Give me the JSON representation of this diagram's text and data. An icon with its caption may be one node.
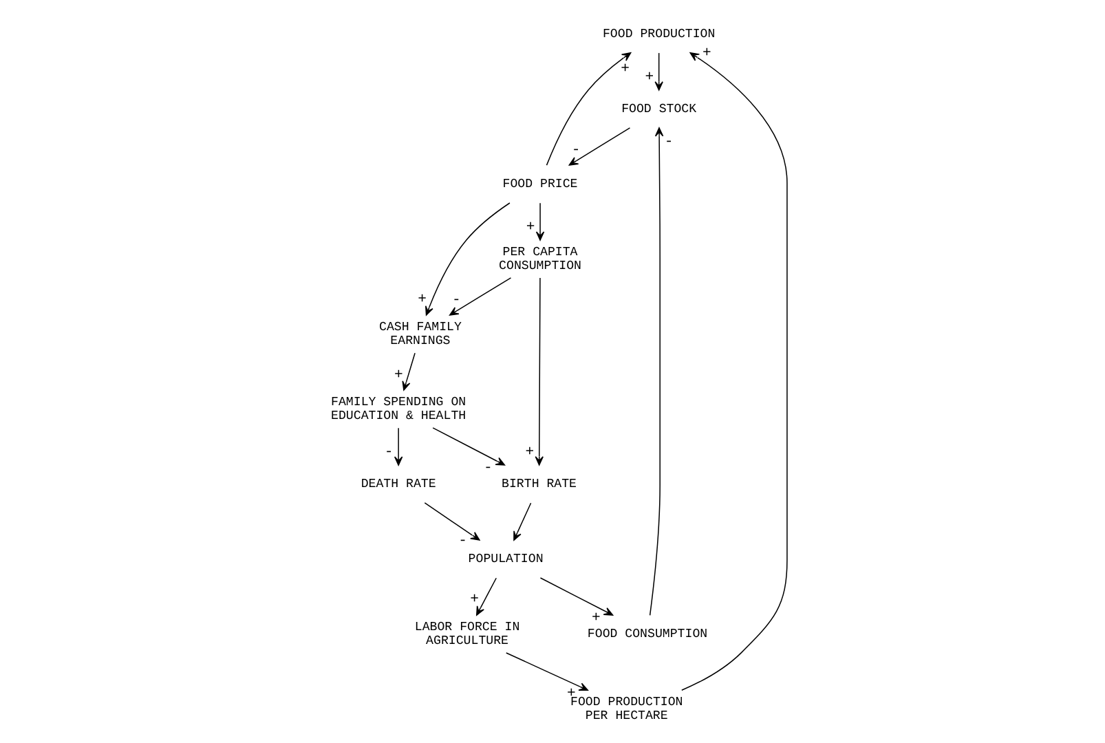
{
  "diagram": {
    "nodes": [
      {
        "text": [
          "FOOD PRODUCTION"
        ]
      },
      {
        "text": [
          "FOOD PRICE"
        ]
      },
      {
        "text": [
          "FOOD STOCK"
        ]
      },
      {
        "text": [
          "FOOD PRODUCTION PER HECTARE"
        ]
      },
      {
        "text": [
          "FOOD CONSUMPTION"
        ]
      },
      {
        "text": [
          "PER CAPITA CONSUMPTION"
        ]
      },
      {
        "text": [
          "LABOR FORCE IN AGRICULTURE"
        ]
      },
      {
        "text": [
          "POPULATION"
        ]
      },
      {
        "text": [
          "CASH FAMILY EARNINGS"
        ]
      },
      {
        "text": [
          "BIRTH RATE"
        ]
      },
      {
        "text": [
          "DEATH RATE"
        ]
      },
      {
        "text": [
          "FAMILY SPENDING ON EDUCATION & HEALTH"
        ]
      }
    ],
    "edges": [
      {
        "from": 1,
        "to": 0,
        "arrow": "to",
        "label": "+"
      },
      {
        "from": 3,
        "to": 0,
        "arrow": "to",
        "label": "+"
      },
      {
        "from": 0,
        "to": 2,
        "arrow": "to",
        "label": "+"
      },
      {
        "from": 2,
        "to": 1,
        "arrow": "to",
        "label": "-"
      },
      {
        "from": 4,
        "to": 2,
        "arrow": "to",
        "label": "-"
      },
      {
        "from": 7,
        "to": 4,
        "arrow": "to",
        "label": "+"
      },
      {
        "from": 1,
        "to": 5,
        "arrow": "to",
        "label": "+"
      },
      {
        "from": 1,
        "to": 8,
        "arrow": "to",
        "label": "+"
      },
      {
        "from": 5,
        "to": 8,
        "arrow": "to",
        "label": "-"
      },
      {
        "from": 5,
        "to": 9,
        "arrow": "to",
        "label": "+"
      },
      {
        "from": 9,
        "to": 7,
        "arrow": "to"
      },
      {
        "from": 10,
        "to": 7,
        "arrow": "to",
        "label": "-"
      },
      {
        "from": 7,
        "to": 6,
        "arrow": "to",
        "label": "+"
      },
      {
        "from": 6,
        "to": 3,
        "arrow": "to",
        "label": "+"
      },
      {
        "from": 8,
        "to": 11,
        "arrow": "to",
        "label": "+"
      },
      {
        "from": 11,
        "to": 9,
        "arrow": "to",
        "label": "-"
      },
      {
        "from": 11,
        "to": 10,
        "arrow": "to",
        "label": "-"
      }
    ]
  }
}
